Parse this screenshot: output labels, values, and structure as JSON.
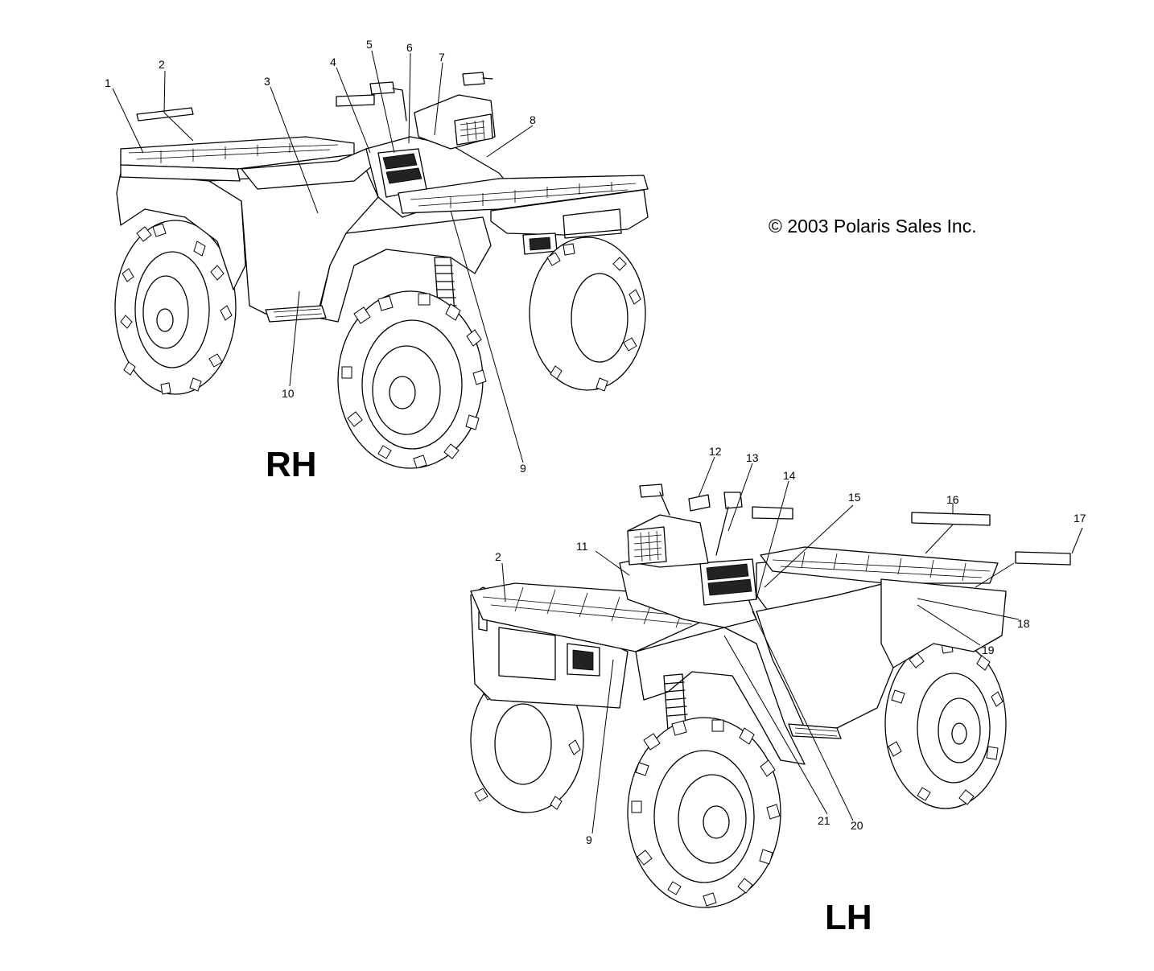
{
  "copyright": "© 2003 Polaris Sales Inc.",
  "views": {
    "rh": {
      "label": "RH",
      "callouts": [
        "1",
        "2",
        "3",
        "4",
        "5",
        "6",
        "7",
        "8",
        "9",
        "10"
      ]
    },
    "lh": {
      "label": "LH",
      "callouts": [
        "2",
        "9",
        "11",
        "12",
        "13",
        "14",
        "15",
        "16",
        "17",
        "18",
        "19",
        "20",
        "21"
      ]
    }
  }
}
